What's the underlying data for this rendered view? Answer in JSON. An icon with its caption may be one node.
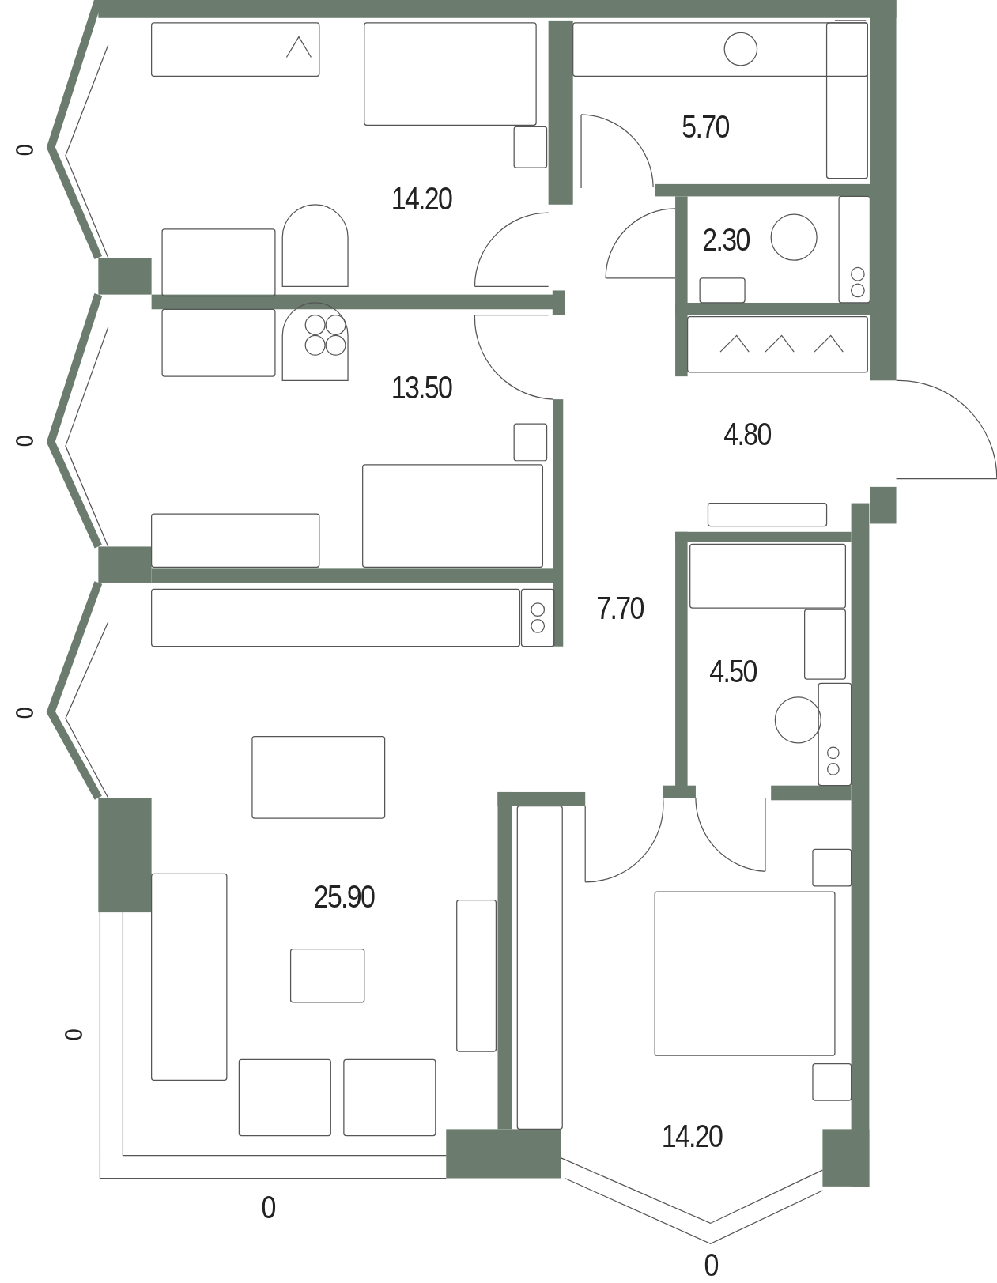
{
  "diagram": {
    "labels": [
      "5.70",
      "0",
      "14.20",
      "2.30",
      "13.50",
      "4.80",
      "0",
      "7.70",
      "4.50",
      "0",
      "25.90",
      "0",
      "14.20",
      "0",
      "0"
    ]
  }
}
